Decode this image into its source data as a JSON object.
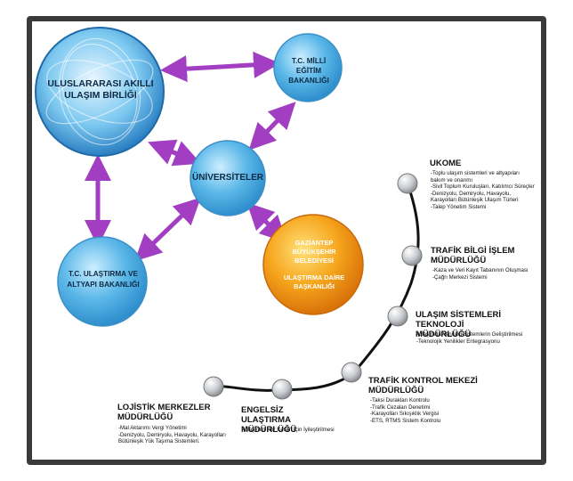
{
  "nodes": {
    "uluslararasi": "ULUSLARARASI AKILLI ULAŞIM BİRLİĞİ",
    "milli_egitim": "T.C. MİLLİ EĞİTİM BAKANLIĞI",
    "universiteler": "ÜNİVERSİTELER",
    "ulastirma": "T.C. ULAŞTIRMA VE ALTYAPI BAKANLIĞI",
    "gaziantep": "GAZİANTEP BÜYÜKŞEHİR BELEDİYESİ",
    "ulastirma_daire": "ULAŞTIRMA DAİRE BAŞKANLIĞI"
  },
  "units": {
    "ukome": {
      "title": "UKOME",
      "items": [
        "-Toplu ulaşım sistemleri ve altyapıları bakım ve onarımı",
        "-Sivil Toplum Kuruluşları, Katılımcı Süreçler",
        "-Denizyolu, Demiryolu, Havayolu, Karayolları Bütünleşik Ulaşım Türleri",
        "-Talep Yönetim Sistemi"
      ]
    },
    "trafik_bilgi": {
      "title": "TRAFİK BİLGİ İŞLEM MÜDÜRLÜĞÜ",
      "items": [
        "-Kaza ve Veri Kayıt Tabanının Oluşması",
        "-Çağrı Merkezi Sistemi"
      ]
    },
    "ulasim_sistemleri": {
      "title": "ULAŞIM SİSTEMLERİ TEKNOLOJİ MÜDÜRLÜĞÜ",
      "items": [
        "-Ulaşımda Yenilikçi Sistemlerin Geliştirilmesi",
        "-Teknolojik Yenilikler Entegrasyonu"
      ]
    },
    "trafik_kontrol": {
      "title": "TRAFİK KONTROL MEKEZİ MÜDÜRLÜĞÜ",
      "items": [
        "-Taksi Durakları Kontrolu",
        "-Trafik Cezaları Denetimi",
        "-Karayolları Sıkışıklık Vergisi",
        "-ETS, RTMS Sistem Kontrolu"
      ]
    },
    "engelsiz": {
      "title": "ENGELSİZ ULAŞTIRMA MÜDÜRLÜĞÜ",
      "items": [
        "-Ulaşımın Her Kesim İçin İyileştirilmesi"
      ]
    },
    "lojistik": {
      "title": "LOJİSTİK MERKEZLER MÜDÜRLÜĞÜ",
      "items": [
        "-Mal Aktarımı Vergi Yönetimi",
        "-Denizyolu, Demiryolu, Havayolu, Karayolları Bütünleşik Yük Taşıma Sistemleri."
      ]
    }
  },
  "colors": {
    "arrow": "#a23ec2",
    "blue_circle": "#5ab7e8",
    "orange_circle": "#f39a12",
    "frame": "#3a3a3a"
  }
}
